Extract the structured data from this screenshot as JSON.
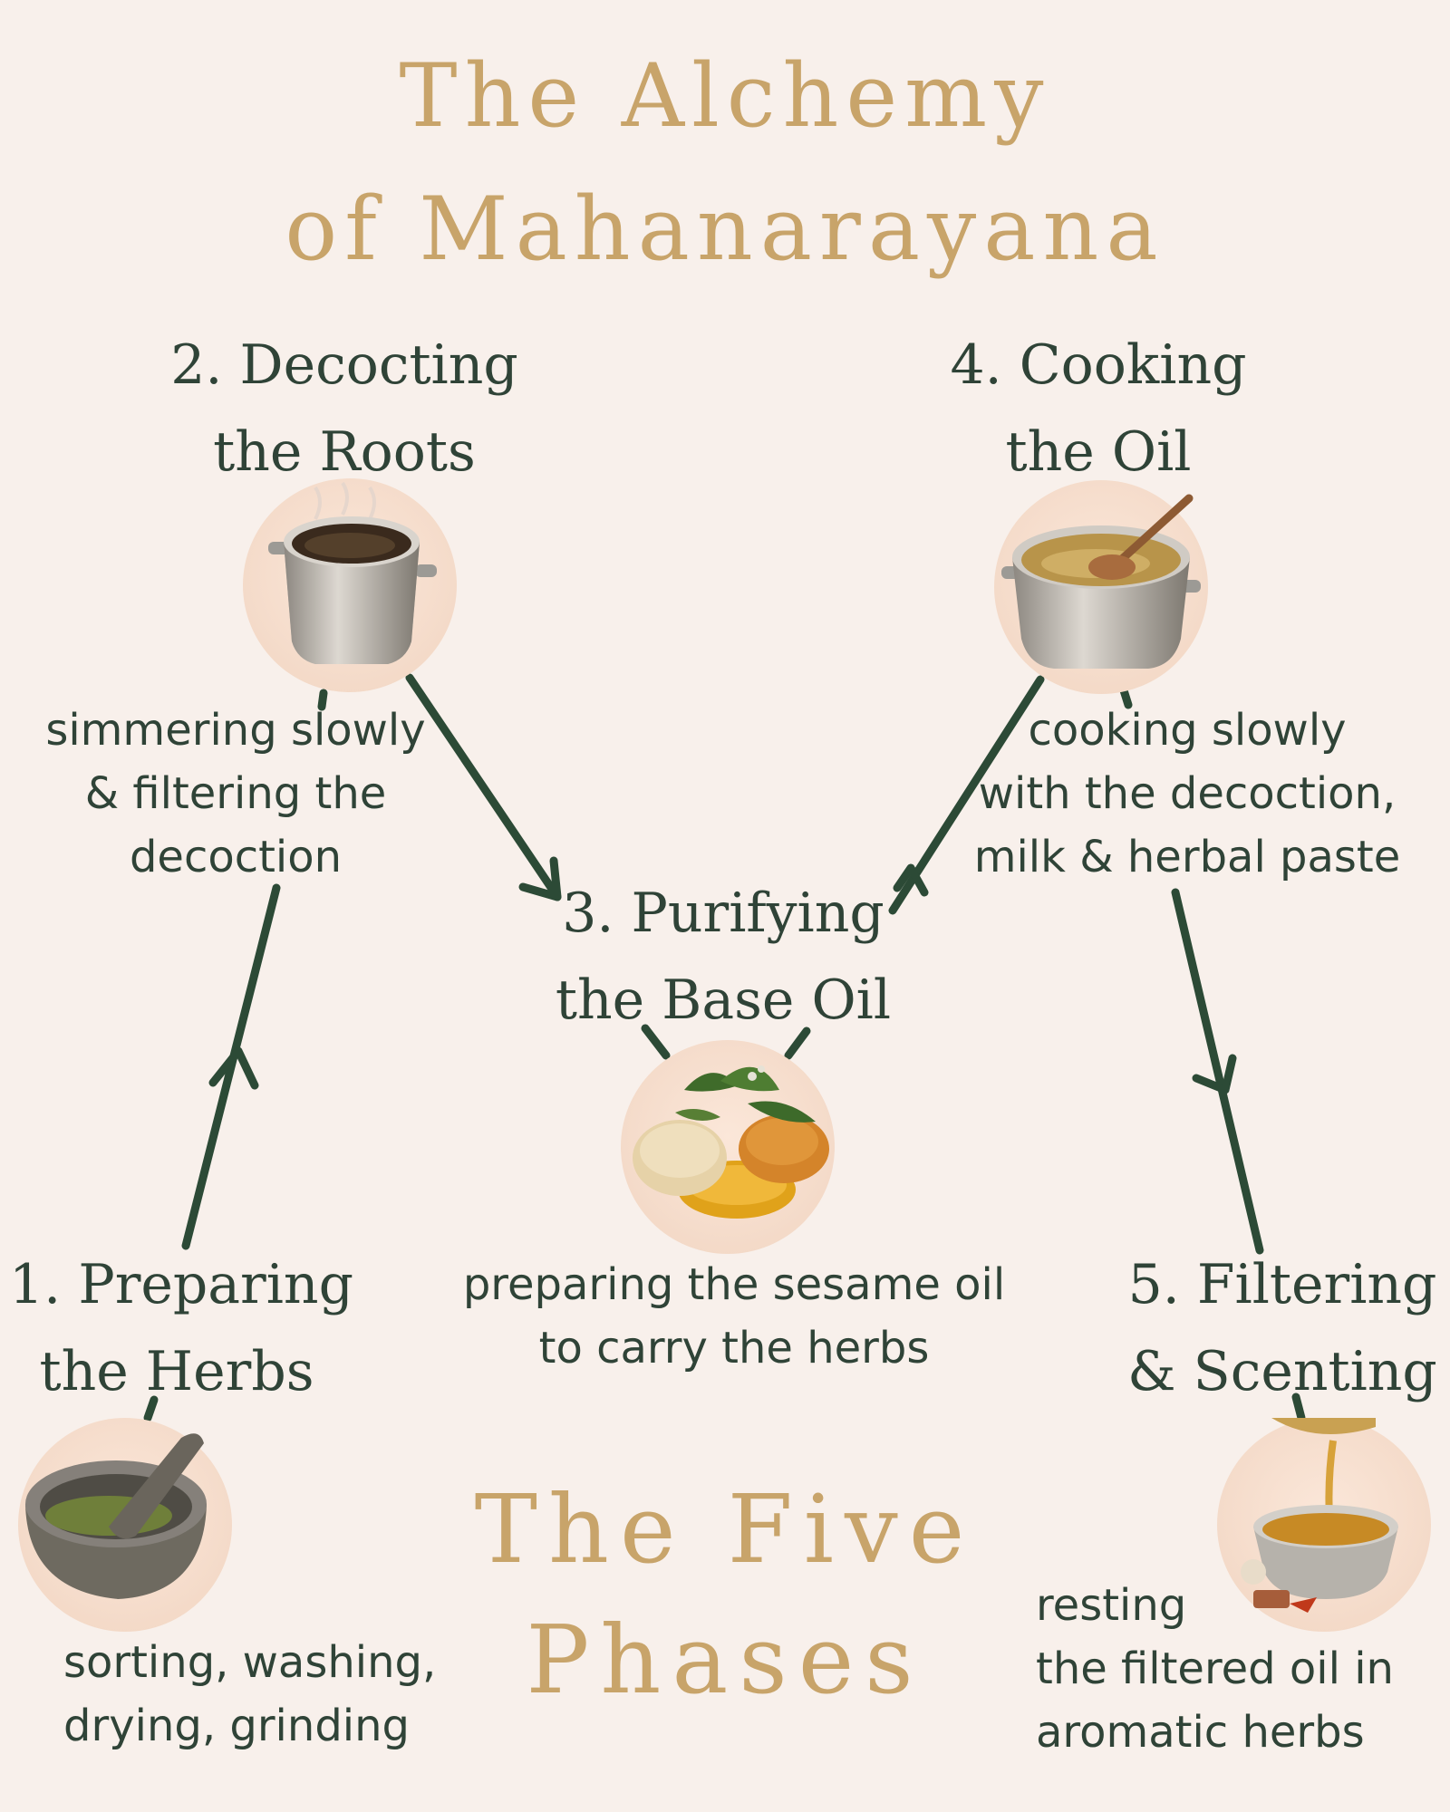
{
  "title": {
    "line1": "The Alchemy",
    "line2": "of Mahanarayana"
  },
  "center_phrase": {
    "line1": "The Five",
    "line2": "Phases"
  },
  "steps": [
    {
      "title_line1": "1. Preparing",
      "title_line2": "the Herbs",
      "desc_lines": [
        "sorting, washing,",
        "drying, grinding"
      ],
      "icon": "mortar-and-pestle-icon"
    },
    {
      "title_line1": "2. Decocting",
      "title_line2": "the Roots",
      "desc_lines": [
        "simmering slowly",
        "& filtering the",
        "decoction"
      ],
      "icon": "steaming-pot-icon"
    },
    {
      "title_line1": "3. Purifying",
      "title_line2": "the Base Oil",
      "desc_lines": [
        "preparing the sesame oil",
        "to carry the herbs"
      ],
      "icon": "sesame-oil-herbs-icon"
    },
    {
      "title_line1": "4. Cooking",
      "title_line2": "the Oil",
      "desc_lines": [
        "cooking slowly",
        "with the decoction,",
        "milk & herbal paste"
      ],
      "icon": "oil-pot-spoon-icon"
    },
    {
      "title_line1": "5. Filtering",
      "title_line2": "& Scenting",
      "desc_lines": [
        "resting",
        "the filtered oil in",
        "aromatic herbs"
      ],
      "icon": "oil-pouring-bowl-icon"
    }
  ],
  "colors": {
    "accent": "#c8a46a",
    "text": "#2f4337",
    "arrow": "#2c4a36",
    "background": "#f8f0eb"
  }
}
